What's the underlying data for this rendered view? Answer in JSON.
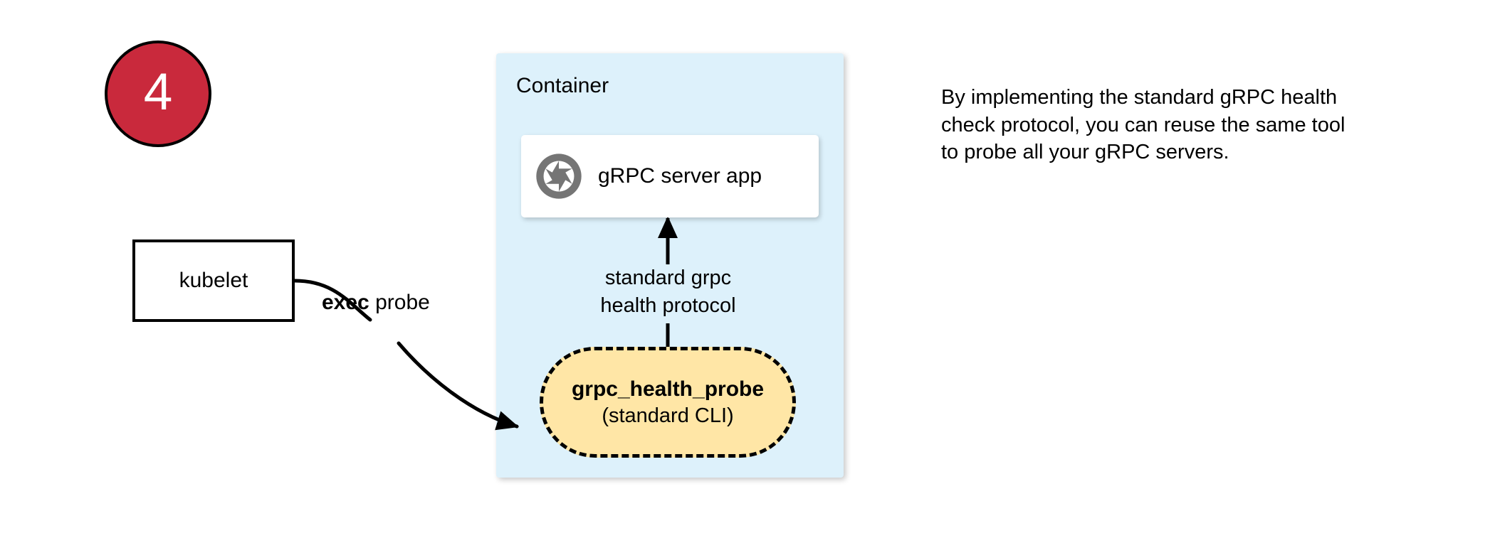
{
  "step": {
    "number": "4",
    "badge_color": "#c9293c",
    "badge_text_color": "#ffffff"
  },
  "container": {
    "title": "Container",
    "fill_color": "#ddf1fb"
  },
  "server_card": {
    "label": "gRPC server app",
    "icon": "grpc-logo-icon",
    "icon_color": "#757575",
    "fill_color": "#ffffff"
  },
  "kubelet": {
    "label": "kubelet"
  },
  "probe": {
    "title": "grpc_health_probe",
    "subtitle": "(standard CLI)",
    "fill_color": "#ffe6a6",
    "border_style": "dashed"
  },
  "edges": [
    {
      "id": "exec-probe-edge",
      "from": "kubelet",
      "to": "grpc_health_probe",
      "label_bold": "exec",
      "label_rest": " probe"
    },
    {
      "id": "health-protocol-edge",
      "from": "grpc_health_probe",
      "to": "gRPC server app",
      "label_line1": "standard grpc",
      "label_line2": "health protocol"
    }
  ],
  "side_note": {
    "text": "By implementing the standard gRPC health check protocol, you can reuse the same tool to probe all your gRPC servers."
  }
}
